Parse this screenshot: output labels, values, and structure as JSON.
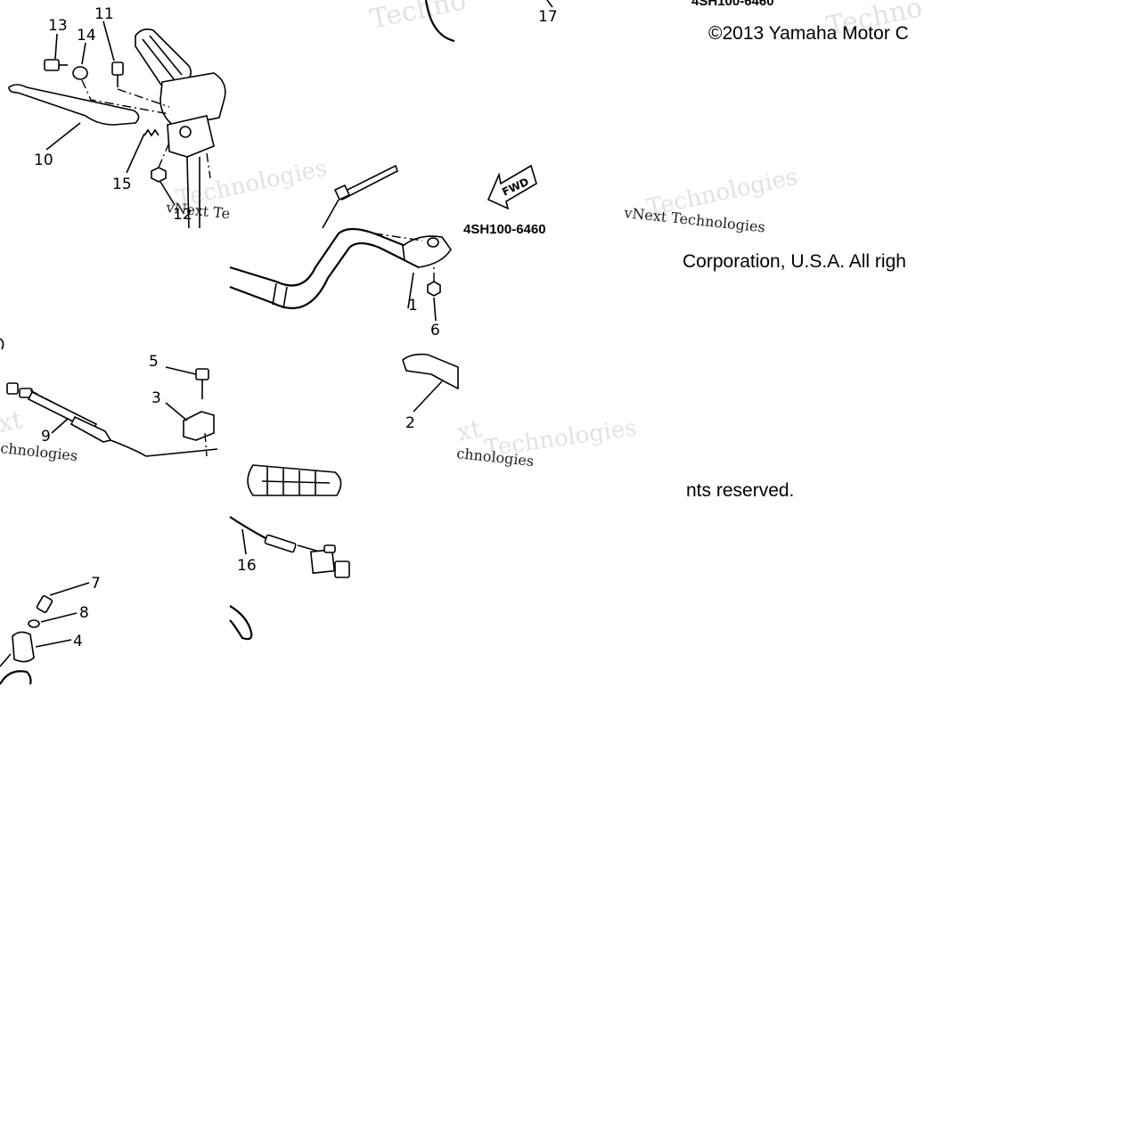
{
  "diagram": {
    "callouts": [
      "1",
      "2",
      "3",
      "4",
      "5",
      "6",
      "7",
      "8",
      "9",
      "10",
      "11",
      "12",
      "13",
      "14",
      "15",
      "16",
      "17"
    ],
    "diagram_codes": [
      "4SH100-6460",
      "4SH100-6460"
    ],
    "copyright": {
      "part1": "©2013 Yamaha Motor C",
      "part2": "Corporation, U.S.A. All righ",
      "part3": "nts reserved."
    },
    "forward_arrow_label": "FWD",
    "watermarks": {
      "brand_a": "vNext Te",
      "brand_b": "Technologies",
      "brand_c": "vNext Technologies",
      "short_a": "Techno",
      "short_b": "xt",
      "short_c": "chnologies"
    }
  }
}
